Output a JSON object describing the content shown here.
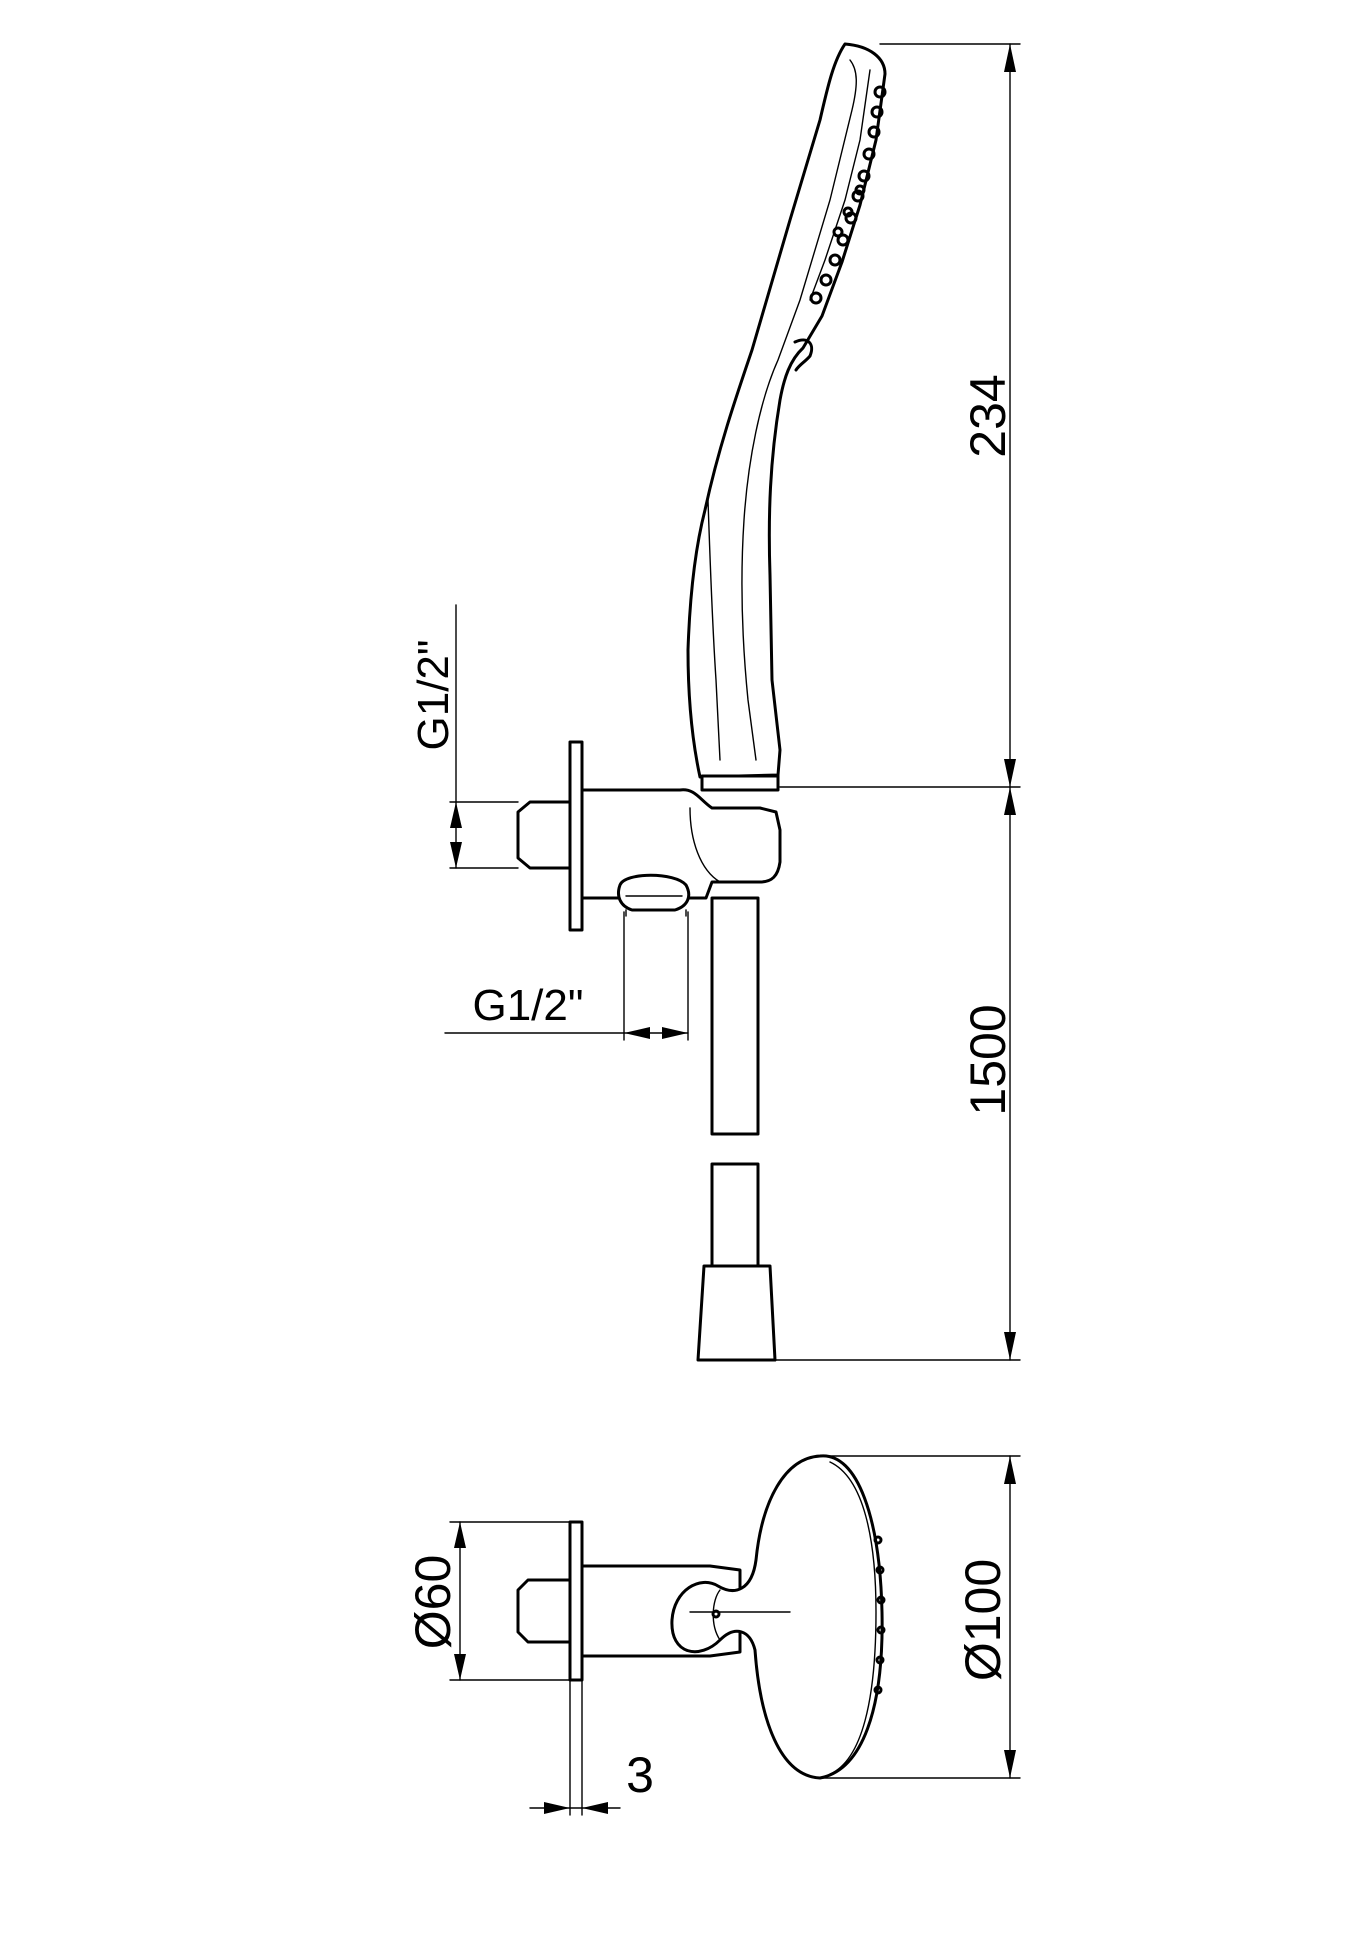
{
  "drawing": {
    "dimensions": {
      "handset_length": "234",
      "hose_length": "1500",
      "wall_thread": "G1/2\"",
      "outlet_thread": "G1/2\"",
      "flange_diameter": "Ø60",
      "head_diameter": "Ø100",
      "flange_thickness": "3"
    }
  }
}
